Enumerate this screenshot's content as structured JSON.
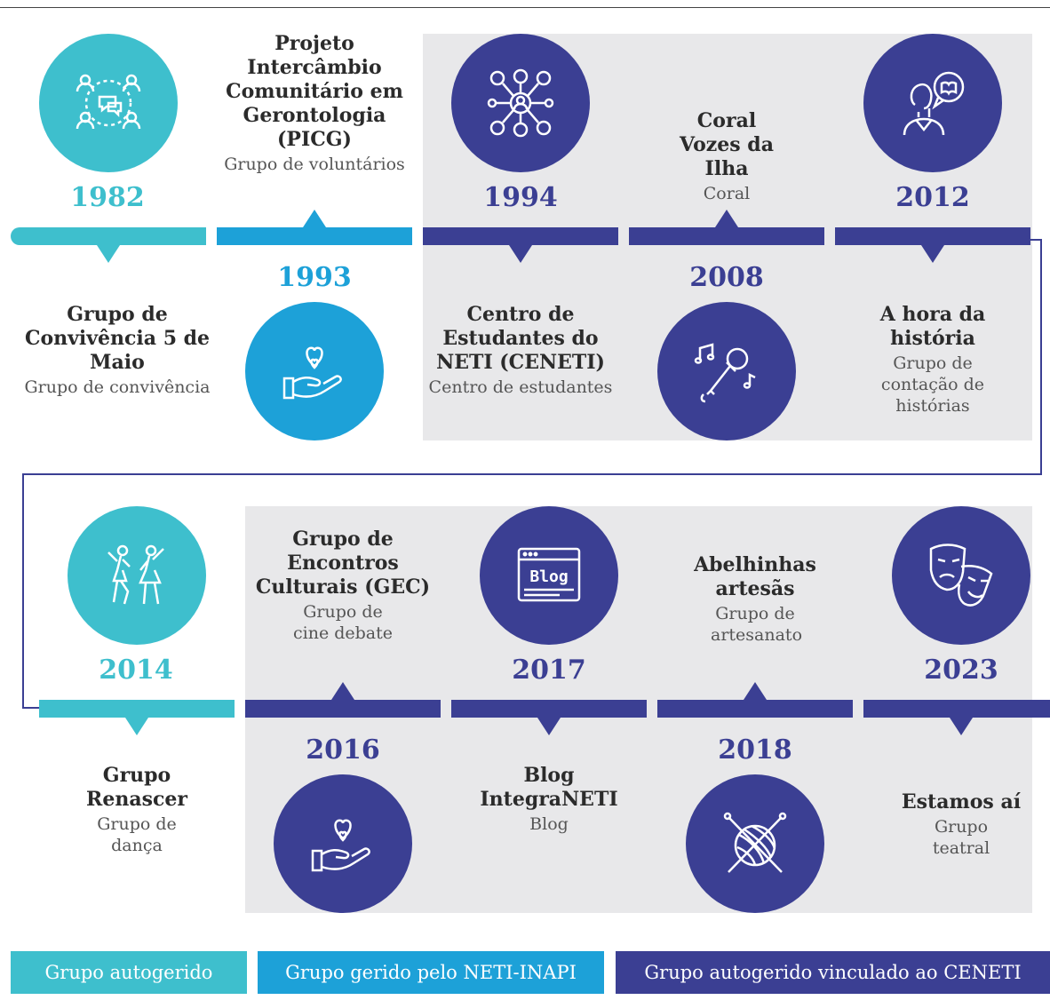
{
  "colors": {
    "teal": "#3ebfcd",
    "blue": "#1da1d8",
    "navy": "#3b3f93",
    "panel": "#e8e8ea"
  },
  "items": [
    {
      "year": "1982",
      "title": "Grupo de Convivência 5 de Maio",
      "subtitle": "Grupo de convivência",
      "icon": "people-chat-icon",
      "category": "Grupo autogerido"
    },
    {
      "year": "1993",
      "title": "Projeto Intercâmbio Comunitário em Gerontologia (PICG)",
      "subtitle": "Grupo de voluntários",
      "icon": "heart-hand-icon",
      "category": "Grupo gerido pelo NETI-INAPI"
    },
    {
      "year": "1994",
      "title": "Centro de Estudantes do NETI (CENETI)",
      "subtitle": "Centro de estudantes",
      "icon": "network-people-icon",
      "category": "Grupo autogerido vinculado ao CENETI"
    },
    {
      "year": "2008",
      "title": "Coral Vozes da Ilha",
      "subtitle": "Coral",
      "icon": "microphone-icon",
      "category": "Grupo autogerido vinculado ao CENETI"
    },
    {
      "year": "2012",
      "title": "A hora da história",
      "subtitle": "Grupo de contação de histórias",
      "icon": "storyteller-icon",
      "category": "Grupo autogerido vinculado ao CENETI"
    },
    {
      "year": "2014",
      "title": "Grupo Renascer",
      "subtitle": "Grupo de dança",
      "icon": "dancers-icon",
      "category": "Grupo autogerido"
    },
    {
      "year": "2016",
      "title": "Grupo de Encontros Culturais (GEC)",
      "subtitle": "Grupo de cine debate",
      "icon": "heart-hand-icon",
      "category": "Grupo autogerido vinculado ao CENETI"
    },
    {
      "year": "2017",
      "title": "Blog IntegraNETI",
      "subtitle": "Blog",
      "icon": "blog-icon",
      "category": "Grupo autogerido vinculado ao CENETI"
    },
    {
      "year": "2018",
      "title": "Abelhinhas artesãs",
      "subtitle": "Grupo de artesanato",
      "icon": "yarn-ball-icon",
      "category": "Grupo autogerido vinculado ao CENETI"
    },
    {
      "year": "2023",
      "title": "Estamos aí",
      "subtitle": "Grupo teatral",
      "icon": "theater-masks-icon",
      "category": "Grupo autogerido vinculado ao CENETI"
    }
  ],
  "legend": [
    {
      "label": "Grupo autogerido",
      "color": "#3ebfcd"
    },
    {
      "label": "Grupo gerido pelo NETI-INAPI",
      "color": "#1da1d8"
    },
    {
      "label": "Grupo autogerido vinculado ao CENETI",
      "color": "#3b3f93"
    }
  ]
}
